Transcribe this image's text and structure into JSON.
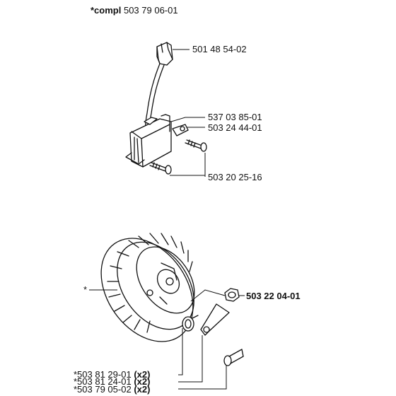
{
  "header": {
    "prefix": "*compl",
    "number": "503 79 06-01"
  },
  "callouts": {
    "spark_cap": "501 48 54-02",
    "coil_a": "537 03 85-01",
    "coil_b": "503 24 44-01",
    "coil_screw": "503 20 25-16",
    "flywheel_star": "*",
    "flywheel_nut": "503 22 04-01",
    "pawl_spring": {
      "part": "*503 81 29-01",
      "qty": "(x2)"
    },
    "pawl": {
      "part": "*503 81 24-01",
      "qty": "(x2)"
    },
    "pawl_bolt": {
      "part": "*503 79 05-02",
      "qty": "(x2)"
    }
  }
}
